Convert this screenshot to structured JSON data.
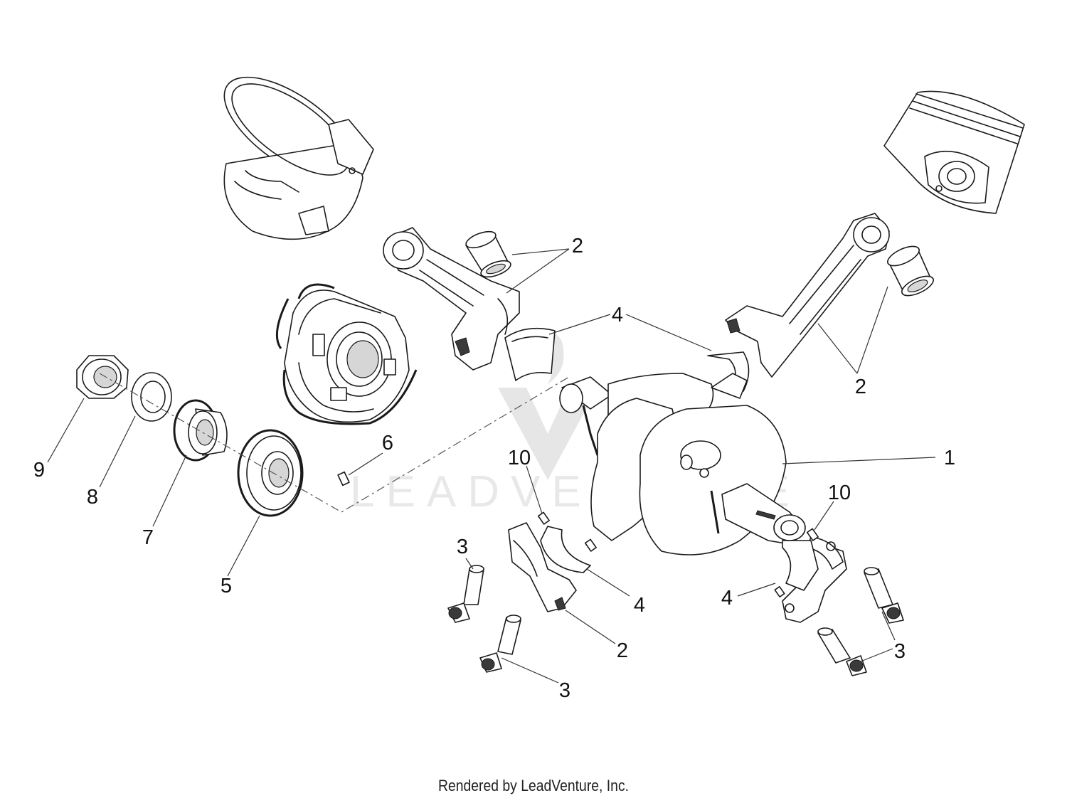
{
  "callouts": [
    {
      "id": "c2-top",
      "label": "2"
    },
    {
      "id": "c4-top",
      "label": "4"
    },
    {
      "id": "c2-right",
      "label": "2"
    },
    {
      "id": "c1",
      "label": "1"
    },
    {
      "id": "c6",
      "label": "6"
    },
    {
      "id": "c9",
      "label": "9"
    },
    {
      "id": "c8",
      "label": "8"
    },
    {
      "id": "c7",
      "label": "7"
    },
    {
      "id": "c5",
      "label": "5"
    },
    {
      "id": "c10-left",
      "label": "10"
    },
    {
      "id": "c10-right",
      "label": "10"
    },
    {
      "id": "c3-left-top",
      "label": "3"
    },
    {
      "id": "c4-bottom-mid",
      "label": "4"
    },
    {
      "id": "c2-bottom",
      "label": "2"
    },
    {
      "id": "c3-bottom",
      "label": "3"
    },
    {
      "id": "c4-bottom-right",
      "label": "4"
    },
    {
      "id": "c3-right",
      "label": "3"
    }
  ],
  "watermark": {
    "text": "LEADVENTURE"
  },
  "footer": {
    "text": "Rendered by LeadVenture, Inc."
  }
}
